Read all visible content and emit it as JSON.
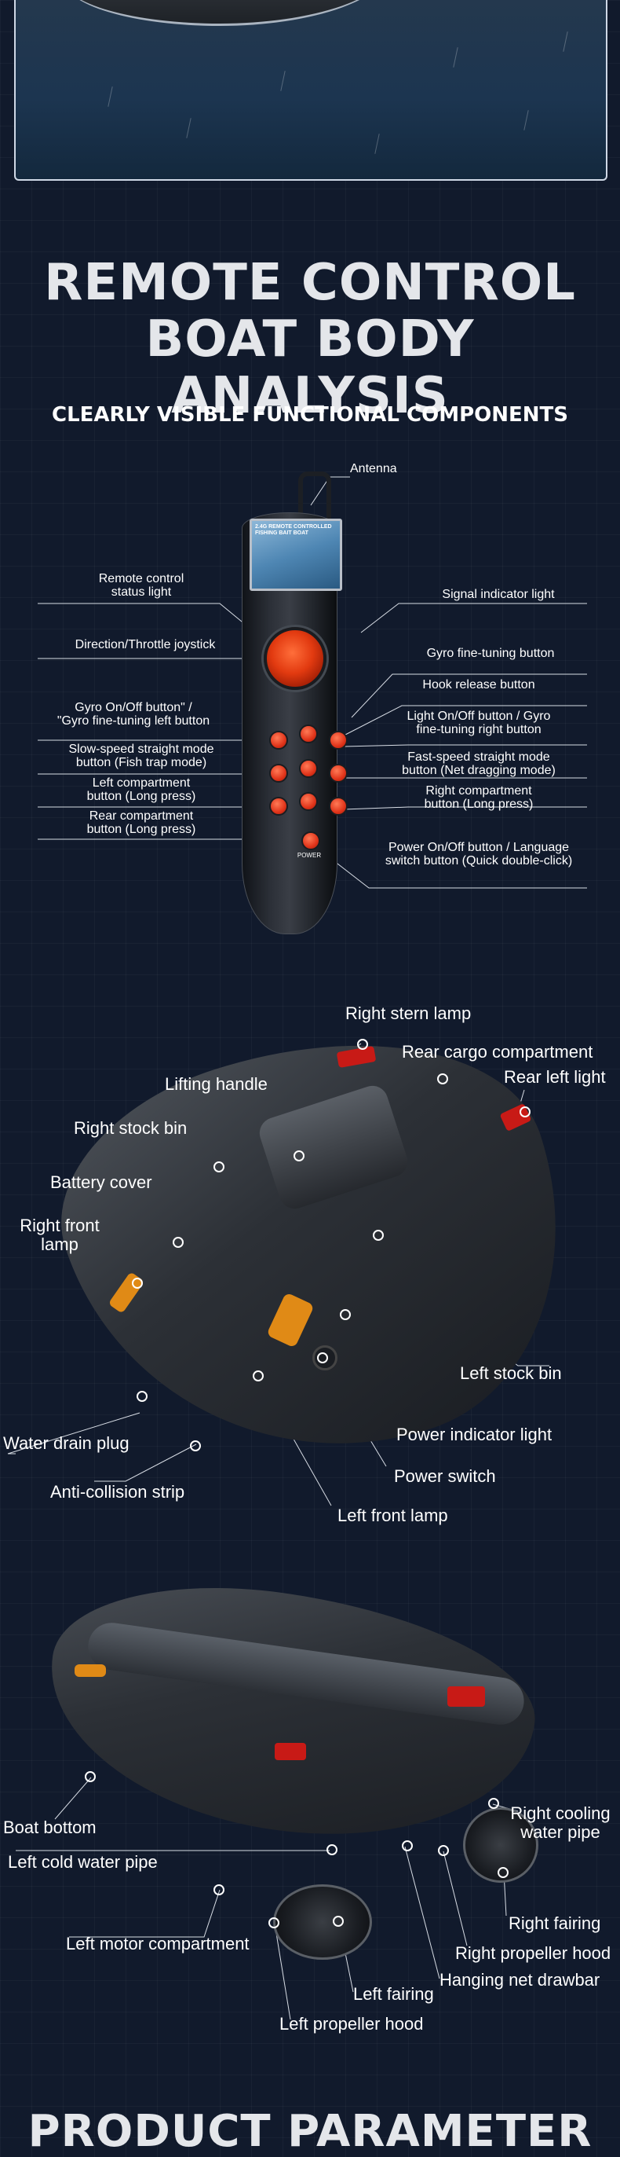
{
  "heading": {
    "line1": "REMOTE CONTROL",
    "line2": "BOAT BODY ANALYSIS"
  },
  "subheading": "CLEARLY VISIBLE FUNCTIONAL COMPONENTS",
  "remote": {
    "screen_text": "2.4G REMOTE CONTROLLED FISHING BAIT BOAT",
    "power_text": "POWER",
    "labels": {
      "antenna": "Antenna",
      "status_light": "Remote control\nstatus light",
      "signal_light": "Signal indicator light",
      "joystick": "Direction/Throttle joystick",
      "gyro_fine_right": "Gyro fine-tuning button",
      "hook_release": "Hook release button",
      "gyro_onoff": "Gyro On/Off button\" /\n\"Gyro fine-tuning left button",
      "light_onoff": "Light On/Off button / Gyro\nfine-tuning right button",
      "slow_mode": "Slow-speed straight mode\nbutton (Fish trap mode)",
      "fast_mode": "Fast-speed straight mode\nbutton (Net dragging mode)",
      "left_comp": "Left compartment\nbutton (Long press)",
      "right_comp": "Right compartment\nbutton (Long press)",
      "rear_comp": "Rear compartment\nbutton (Long press)",
      "power_lang": "Power On/Off button / Language\nswitch button (Quick double-click)"
    }
  },
  "boat_top": {
    "labels": {
      "right_stern_lamp": "Right stern lamp",
      "rear_cargo": "Rear cargo compartment",
      "rear_left_light": "Rear left light",
      "lifting_handle": "Lifting handle",
      "right_stock_bin": "Right stock bin",
      "battery_cover": "Battery cover",
      "right_front_lamp": "Right front\nlamp",
      "left_stock_bin": "Left stock bin",
      "water_drain_plug": "Water drain plug",
      "power_indicator": "Power indicator light",
      "anti_collision": "Anti-collision strip",
      "power_switch": "Power switch",
      "left_front_lamp": "Left front lamp"
    }
  },
  "boat_bottom": {
    "labels": {
      "boat_bottom": "Boat bottom",
      "right_cooling": "Right cooling\nwater pipe",
      "left_cold_pipe": "Left cold water pipe",
      "right_fairing": "Right fairing",
      "right_prop_hood": "Right propeller hood",
      "left_motor": "Left motor compartment",
      "hanging_net": "Hanging net drawbar",
      "left_fairing": "Left fairing",
      "left_prop_hood": "Left propeller hood"
    }
  },
  "footer": "PRODUCT PARAMETER"
}
